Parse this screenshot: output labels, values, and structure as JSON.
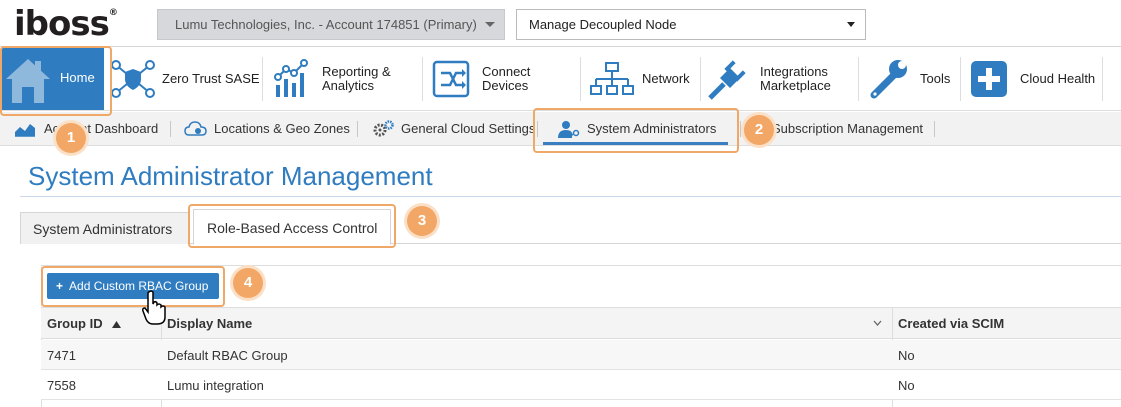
{
  "brand": {
    "logo_text": "iboss",
    "logo_reg": "®"
  },
  "header": {
    "account_select": "Lumu Technologies, Inc. - Account 174851 (Primary)",
    "node_select": "Manage Decoupled Node"
  },
  "main_nav": {
    "items": [
      {
        "label": "Home",
        "icon": "house-icon"
      },
      {
        "label": "Zero Trust SASE",
        "icon": "shield-network-icon"
      },
      {
        "label_line1": "Reporting &",
        "label_line2": "Analytics",
        "icon": "bar-chart-icon"
      },
      {
        "label_line1": "Connect",
        "label_line2": "Devices",
        "icon": "connect-devices-icon"
      },
      {
        "label": "Network",
        "icon": "network-tree-icon"
      },
      {
        "label_line1": "Integrations",
        "label_line2": "Marketplace",
        "icon": "plug-icon"
      },
      {
        "label": "Tools",
        "icon": "wrench-icon"
      },
      {
        "label": "Cloud Health",
        "icon": "plus-icon"
      }
    ]
  },
  "sub_nav": {
    "items": [
      {
        "label": "Account Dashboard",
        "icon": "area-chart-icon"
      },
      {
        "label": "Locations & Geo Zones",
        "icon": "cloud-pin-icon"
      },
      {
        "label": "General Cloud Settings",
        "icon": "gears-icon"
      },
      {
        "label": "System Administrators",
        "icon": "admin-key-icon"
      },
      {
        "label": "Subscription Management"
      }
    ]
  },
  "page": {
    "title": "System Administrator Management",
    "tabs": [
      {
        "label": "System Administrators"
      },
      {
        "label": "Role-Based Access Control"
      }
    ],
    "add_button": "Add Custom RBAC Group"
  },
  "table": {
    "columns": [
      "Group ID",
      "Display Name",
      "Created via SCIM"
    ],
    "rows": [
      [
        "7471",
        "Default RBAC Group",
        "No"
      ],
      [
        "7558",
        "Lumu integration",
        "No"
      ]
    ]
  },
  "callouts": [
    "1",
    "2",
    "3",
    "4"
  ],
  "colors": {
    "accent": "#2f7cc0",
    "callout": "#f3a766"
  }
}
